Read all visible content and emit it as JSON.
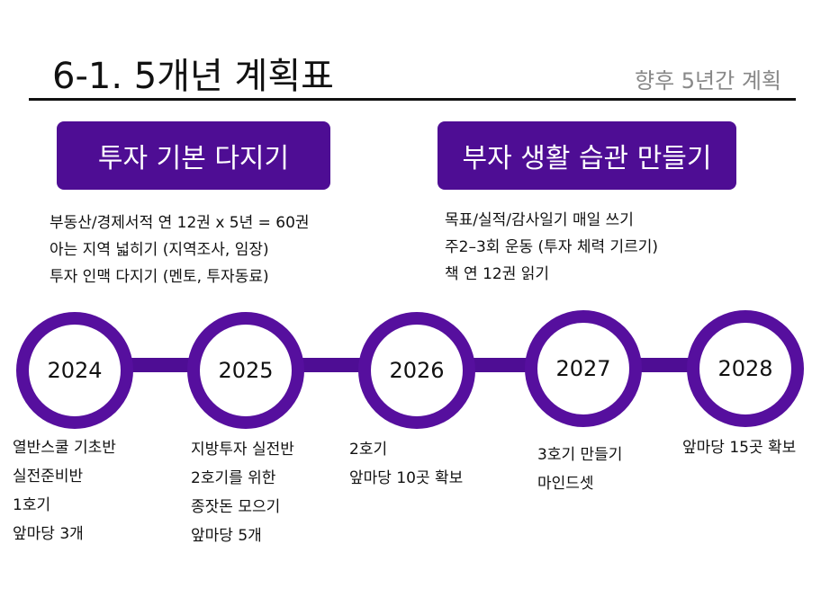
{
  "header": {
    "title": "6-1. 5개년 계획표",
    "subtitle": "향후 5년간 계획"
  },
  "sections": [
    {
      "heading": "투자 기본 다지기",
      "items": [
        "부동산/경제서적 연 12권 x 5년 = 60권",
        "아는 지역 넓히기 (지역조사, 임장)",
        "투자 인맥 다지기 (멘토, 투자동료)"
      ]
    },
    {
      "heading": "부자 생활 습관 만들기",
      "items": [
        "목표/실적/감사일기 매일 쓰기",
        "주2–3회 운동 (투자 체력 기르기)",
        "책 연 12권 읽기"
      ]
    }
  ],
  "timeline": [
    {
      "year": "2024",
      "notes": [
        "열반스쿨 기초반",
        "실전준비반",
        "1호기",
        "앞마당 3개"
      ]
    },
    {
      "year": "2025",
      "notes": [
        "지방투자 실전반",
        "2호기를 위한",
        "종잣돈 모으기",
        "앞마당 5개"
      ]
    },
    {
      "year": "2026",
      "notes": [
        "2호기",
        "앞마당 10곳 확보"
      ]
    },
    {
      "year": "2027",
      "notes": [
        "3호기 만들기",
        "마인드셋"
      ]
    },
    {
      "year": "2028",
      "notes": [
        "앞마당 15곳 확보"
      ]
    }
  ],
  "colors": {
    "accent": "#4e0d94"
  }
}
